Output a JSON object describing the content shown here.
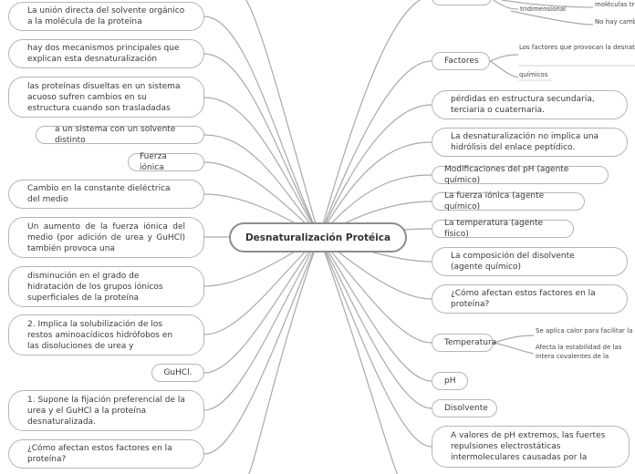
{
  "center": {
    "label": "Desnaturalización Protéica"
  },
  "left_nodes": [
    {
      "id": "l1",
      "text": "La unión directa del solvente orgánico a la molécula de la proteína"
    },
    {
      "id": "l2",
      "text": "hay dos mecanismos principales que explican esta desnaturalización"
    },
    {
      "id": "l3",
      "text": "las proteínas disueltas en un sistema acuoso sufren cambios en su estructura cuando son trasladadas"
    },
    {
      "id": "l4",
      "text": "a un sistema con un solvente distinto"
    },
    {
      "id": "l5",
      "text": "Fuerza iónica"
    },
    {
      "id": "l6",
      "text": "Cambio en la constante dieléctrica del medio"
    },
    {
      "id": "l7",
      "text": "Un aumento de la fuerza iónica del medio (por adición de urea y GuHCl) también provoca una"
    },
    {
      "id": "l8",
      "text": "disminución en el grado de hidratación de los grupos iónicos superficiales de la proteína"
    },
    {
      "id": "l9",
      "text": "2. Implica la solubilización de los restos aminoacídicos hidrófobos en las disoluciones de urea y"
    },
    {
      "id": "l10",
      "text": "GuHCl."
    },
    {
      "id": "l11",
      "text": "1. Supone la fijación preferencial de la urea y el GuHCl a la proteína desnaturalizada."
    },
    {
      "id": "l12",
      "text": "¿Cómo afectan estos factores en la proteína?"
    }
  ],
  "right_nodes": [
    {
      "id": "r1",
      "text": "Factores"
    },
    {
      "id": "r2",
      "text": "pérdidas en estructura secundaria, terciaria o cuaternaria."
    },
    {
      "id": "r3",
      "text": "La desnaturalización no implica una hidrólisis del enlace peptídico."
    },
    {
      "id": "r4",
      "text": "Modificaciones del pH (agente químico)"
    },
    {
      "id": "r5",
      "text": "La fuerza iónica (agente químico)"
    },
    {
      "id": "r6",
      "text": "La temperatura (agente físico)"
    },
    {
      "id": "r7",
      "text": "La composición del disolvente (agente químico)"
    },
    {
      "id": "r8",
      "text": "¿Cómo afectan estos factores en la proteína?"
    },
    {
      "id": "r9",
      "text": "Temperatura"
    },
    {
      "id": "r10",
      "text": "pH"
    },
    {
      "id": "r11",
      "text": "Disolvente"
    },
    {
      "id": "r12",
      "text": "A valores de pH extremos, las fuertes repulsiones electrostáticas intermoleculares causadas por la"
    }
  ],
  "leaves": {
    "top_left": "tridimensional",
    "top_right_a": "moléculas tr",
    "top_right_b": "No hay camb",
    "factores_a": "Los factores que provocan la desnat una proteína se clasifican en físicos y",
    "factores_b": "químicos",
    "temp_a": "Se aplica calor para facilitar la dig",
    "temp_b": "Afecta la estabilidad de las intera covalentes de la estructura tridim"
  }
}
